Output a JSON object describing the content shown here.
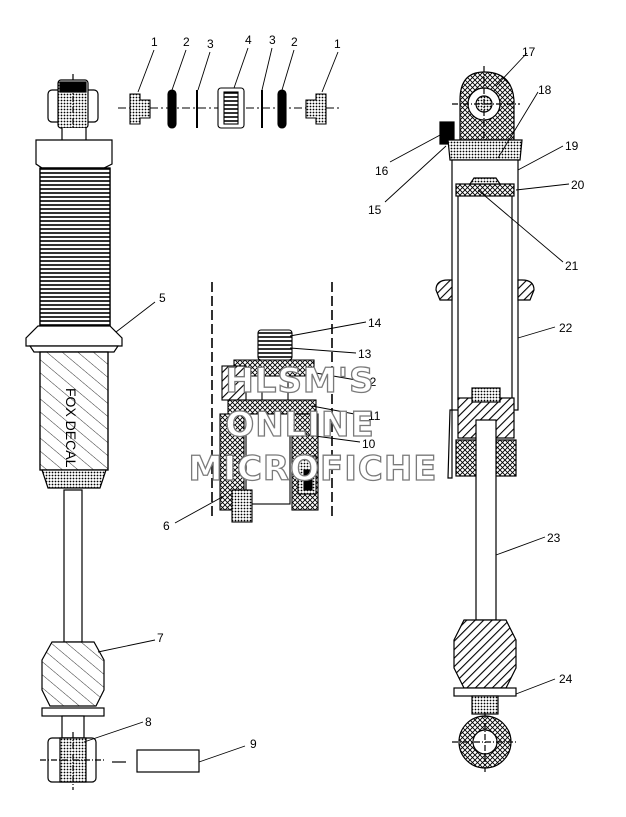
{
  "callouts": [
    {
      "id": "p1a",
      "text": "1"
    },
    {
      "id": "p2a",
      "text": "2"
    },
    {
      "id": "p3a",
      "text": "3"
    },
    {
      "id": "p4",
      "text": "4"
    },
    {
      "id": "p3b",
      "text": "3"
    },
    {
      "id": "p2b",
      "text": "2"
    },
    {
      "id": "p1b",
      "text": "1"
    },
    {
      "id": "p5",
      "text": "5"
    },
    {
      "id": "p6",
      "text": "6"
    },
    {
      "id": "p7",
      "text": "7"
    },
    {
      "id": "p8",
      "text": "8"
    },
    {
      "id": "p9",
      "text": "9"
    },
    {
      "id": "p10",
      "text": "10"
    },
    {
      "id": "p11",
      "text": "11"
    },
    {
      "id": "p12",
      "text": "12"
    },
    {
      "id": "p13",
      "text": "13"
    },
    {
      "id": "p14",
      "text": "14"
    },
    {
      "id": "p15",
      "text": "15"
    },
    {
      "id": "p16",
      "text": "16"
    },
    {
      "id": "p17",
      "text": "17"
    },
    {
      "id": "p18",
      "text": "18"
    },
    {
      "id": "p19",
      "text": "19"
    },
    {
      "id": "p20",
      "text": "20"
    },
    {
      "id": "p21",
      "text": "21"
    },
    {
      "id": "p22",
      "text": "22"
    },
    {
      "id": "p23",
      "text": "23"
    },
    {
      "id": "p24",
      "text": "24"
    }
  ],
  "decal_text": "FOX DECAL",
  "watermark": {
    "line1": "HLSM'S",
    "line2": "ONLINE",
    "line3": "MICROFICHE"
  }
}
